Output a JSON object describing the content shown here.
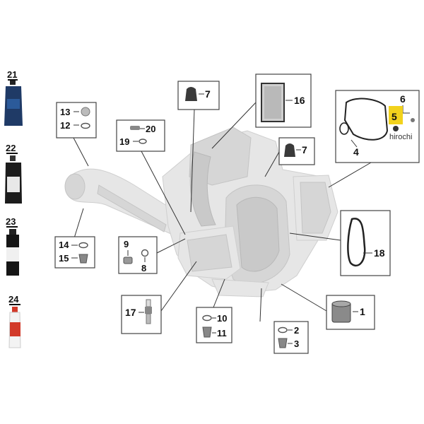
{
  "callouts": {
    "c1": "1",
    "c2": "2",
    "c3": "3",
    "c4": "4",
    "c5": "5",
    "c6": "6",
    "c7a": "7",
    "c7b": "7",
    "c8": "8",
    "c9": "9",
    "c10": "10",
    "c11": "11",
    "c12": "12",
    "c13": "13",
    "c14": "14",
    "c15": "15",
    "c16": "16",
    "c17": "17",
    "c18": "18",
    "c19": "19",
    "c20": "20"
  },
  "side_parts": {
    "p21": "21",
    "p22": "22",
    "p23": "23",
    "p24": "24"
  },
  "watermark": "hirochi",
  "colors": {
    "highlight": "#f2d21c",
    "oil_bottle_blue": "#1f3a66",
    "bottle_black": "#1c1c1c",
    "spray_red": "#d23a2a"
  }
}
